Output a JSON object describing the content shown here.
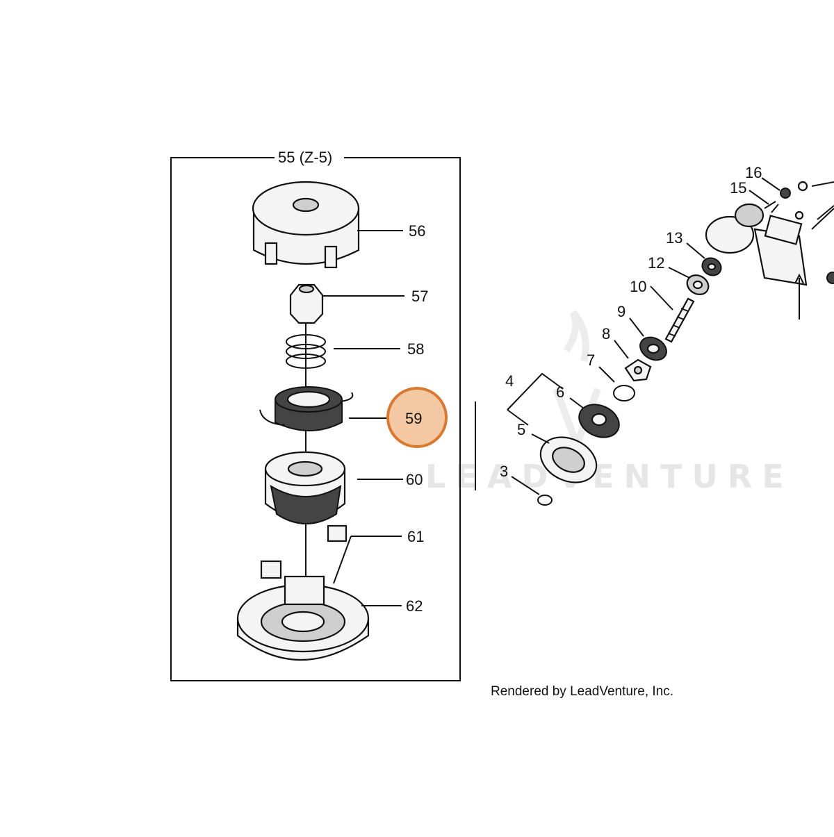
{
  "assembly": {
    "title": "55 (Z-5)"
  },
  "callouts": {
    "p56": "56",
    "p57": "57",
    "p58": "58",
    "p59": "59",
    "p60": "60",
    "p61": "61",
    "p62": "62",
    "p3": "3",
    "p4": "4",
    "p5": "5",
    "p6": "6",
    "p7": "7",
    "p8": "8",
    "p9": "9",
    "p10": "10",
    "p12": "12",
    "p13": "13",
    "p15": "15",
    "p16": "16"
  },
  "highlight": {
    "part": "59",
    "color": "#f3c8a2",
    "border_color": "#d9782f"
  },
  "watermark": "LEADVENTURE",
  "credit": "Rendered by LeadVenture, Inc."
}
